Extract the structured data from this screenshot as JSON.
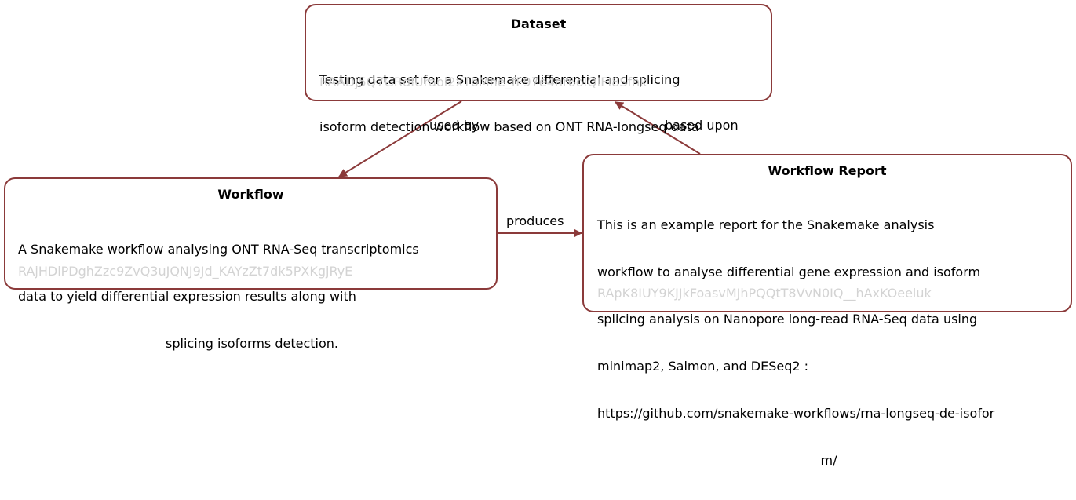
{
  "diagram": {
    "type": "provenance-graph",
    "colors": {
      "node_border": "#8b3a3a",
      "edge": "#8b3a3a",
      "id_text": "#d3d3d3",
      "text": "#000000",
      "background": "#ffffff"
    },
    "nodes": {
      "dataset": {
        "title": "Dataset",
        "description_lines": [
          "Testing data set for a Snakemake differential and splicing",
          "isoform detection workflow based on ONT RNA-longseq data"
        ],
        "id": "RAADj5Q7GRdIUraol2xTbMhe_fF97e4nr6olQIFI8Sfnk"
      },
      "workflow": {
        "title": "Workflow",
        "description_lines": [
          "A Snakemake workflow analysing ONT RNA-Seq transcriptomics",
          "data to yield differential expression results along with",
          "splicing isoforms detection."
        ],
        "id": "RAjHDlPDghZzc9ZvQ3uJQNJ9Jd_KAYzZt7dk5PXKgjRyE"
      },
      "report": {
        "title": "Workflow Report",
        "description_lines": [
          "This is an example report for the Snakemake analysis",
          "workflow to analyse differential gene expression and isoform",
          "splicing analysis on Nanopore long-read RNA-Seq data using",
          "minimap2, Salmon, and DESeq2 :",
          "https://github.com/snakemake-workflows/rna-longseq-de-isofor",
          "m/"
        ],
        "id": "RApK8IUY9KJJkFoasvMJhPQQtT8VvN0IQ__hAxKOeeluk"
      }
    },
    "edges": [
      {
        "from": "dataset",
        "to": "workflow",
        "label": "used by"
      },
      {
        "from": "report",
        "to": "dataset",
        "label": "based upon"
      },
      {
        "from": "workflow",
        "to": "report",
        "label": "produces"
      }
    ]
  }
}
